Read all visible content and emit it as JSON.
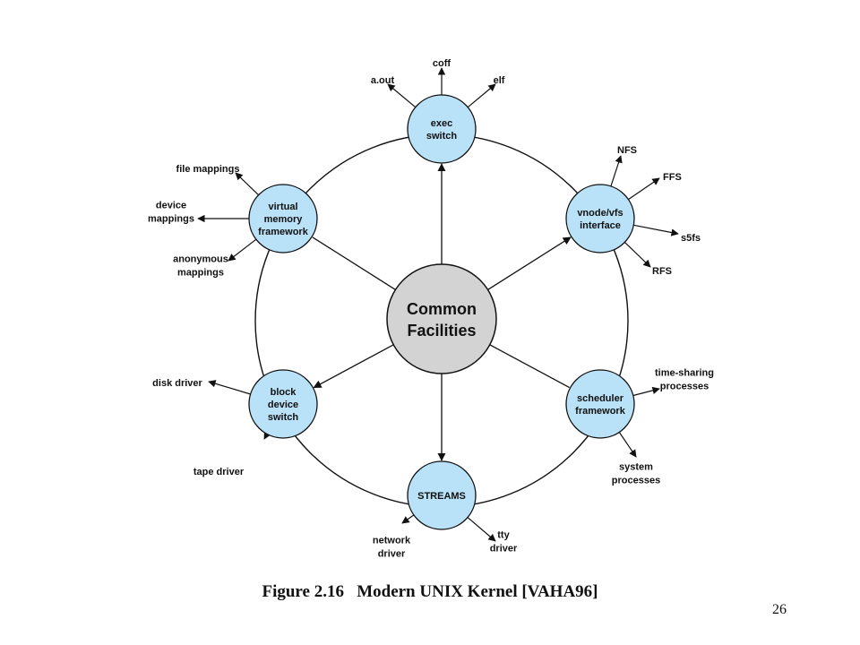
{
  "colors": {
    "node_fill": "#b9e1f7",
    "center_fill": "#d3d3d3",
    "stroke": "#111111"
  },
  "center": {
    "lines": [
      "Common",
      "Facilities"
    ]
  },
  "nodes": [
    {
      "id": "exec-switch",
      "lines": [
        "exec",
        "switch"
      ]
    },
    {
      "id": "vnode-vfs-interface",
      "lines": [
        "vnode/vfs",
        "interface"
      ]
    },
    {
      "id": "scheduler-framework",
      "lines": [
        "scheduler",
        "framework"
      ]
    },
    {
      "id": "streams",
      "lines": [
        "STREAMS"
      ]
    },
    {
      "id": "block-device-switch",
      "lines": [
        "block",
        "device",
        "switch"
      ]
    },
    {
      "id": "virtual-memory-framework",
      "lines": [
        "virtual",
        "memory",
        "framework"
      ]
    }
  ],
  "leaves": {
    "exec-switch": [
      {
        "id": "a-out",
        "lines": [
          "a.out"
        ]
      },
      {
        "id": "coff",
        "lines": [
          "coff"
        ]
      },
      {
        "id": "elf",
        "lines": [
          "elf"
        ]
      }
    ],
    "vnode-vfs-interface": [
      {
        "id": "nfs",
        "lines": [
          "NFS"
        ]
      },
      {
        "id": "ffs",
        "lines": [
          "FFS"
        ]
      },
      {
        "id": "s5fs",
        "lines": [
          "s5fs"
        ]
      },
      {
        "id": "rfs",
        "lines": [
          "RFS"
        ]
      }
    ],
    "scheduler-framework": [
      {
        "id": "time-sharing-processes",
        "lines": [
          "time-sharing",
          "processes"
        ]
      },
      {
        "id": "system-processes",
        "lines": [
          "system",
          "processes"
        ]
      }
    ],
    "streams": [
      {
        "id": "network-driver",
        "lines": [
          "network",
          "driver"
        ]
      },
      {
        "id": "tty-driver",
        "lines": [
          "tty",
          "driver"
        ]
      }
    ],
    "block-device-switch": [
      {
        "id": "disk-driver",
        "lines": [
          "disk driver"
        ]
      },
      {
        "id": "tape-driver",
        "lines": [
          "tape driver"
        ]
      }
    ],
    "virtual-memory-framework": [
      {
        "id": "file-mappings",
        "lines": [
          "file mappings"
        ]
      },
      {
        "id": "device-mappings",
        "lines": [
          "device",
          "mappings"
        ]
      },
      {
        "id": "anonymous-mappings",
        "lines": [
          "anonymous",
          "mappings"
        ]
      }
    ]
  },
  "caption": "Figure 2.16   Modern UNIX Kernel [VAHA96]",
  "page_number": "26"
}
